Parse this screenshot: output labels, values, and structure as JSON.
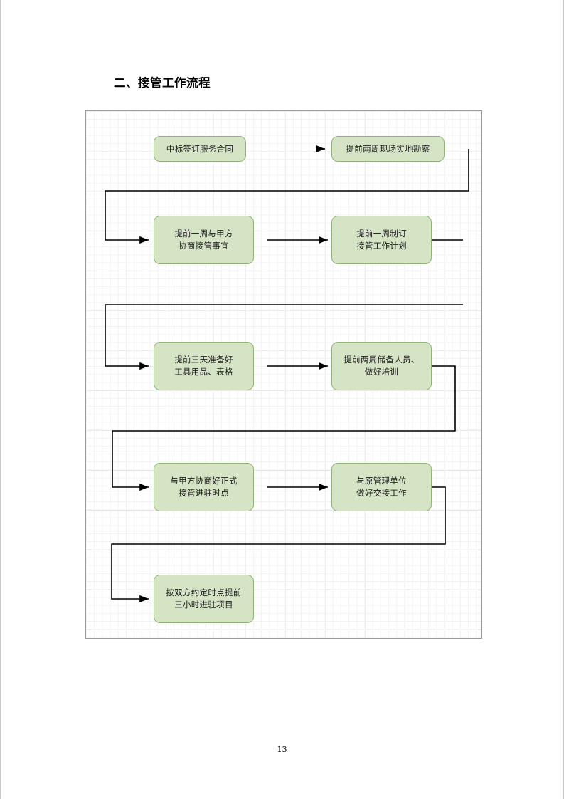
{
  "document": {
    "heading": "二、接管工作流程",
    "page_number": "13"
  },
  "colors": {
    "node_fill": "#d6e4c6",
    "node_border": "#92b377",
    "connector": "#000000",
    "grid_minor": "#f2f2f2",
    "grid_major": "#e2e2e2",
    "canvas_border": "#9a9a9a",
    "text": "#1a1a1a"
  },
  "flowchart": {
    "type": "process-flow",
    "orientation": "serpentine-left-right",
    "nodes": [
      {
        "id": "n1",
        "label": "中标签订服务合同",
        "row": 1,
        "column": "left",
        "shape": "rounded-rect"
      },
      {
        "id": "n2",
        "label": "提前两周现场实地勘察",
        "row": 1,
        "column": "right",
        "shape": "rounded-rect"
      },
      {
        "id": "n3",
        "label": "提前一周与甲方\n协商接管事宜",
        "row": 2,
        "column": "left",
        "shape": "rounded-rect"
      },
      {
        "id": "n4",
        "label": "提前一周制订\n接管工作计划",
        "row": 2,
        "column": "right",
        "shape": "rounded-rect"
      },
      {
        "id": "n5",
        "label": "提前三天准备好\n工具用品、表格",
        "row": 3,
        "column": "left",
        "shape": "rounded-rect"
      },
      {
        "id": "n6",
        "label": "提前两周储备人员、\n做好培训",
        "row": 3,
        "column": "right",
        "shape": "rounded-rect"
      },
      {
        "id": "n7",
        "label": "与甲方协商好正式\n接管进驻时点",
        "row": 4,
        "column": "left",
        "shape": "rounded-rect"
      },
      {
        "id": "n8",
        "label": "与原管理单位\n做好交接工作",
        "row": 4,
        "column": "right",
        "shape": "rounded-rect"
      },
      {
        "id": "n9",
        "label": "按双方约定时点提前\n三小时进驻项目",
        "row": 5,
        "column": "left",
        "shape": "rounded-rect"
      }
    ],
    "edges": [
      {
        "from": "n1",
        "to": "n2",
        "style": "arrow-only"
      },
      {
        "from": "n2",
        "to": "n3",
        "style": "elbow-down-left-arrow"
      },
      {
        "from": "n3",
        "to": "n4",
        "style": "straight-right-arrow"
      },
      {
        "from": "n4",
        "to": "n5",
        "style": "elbow-down-left-arrow"
      },
      {
        "from": "n5",
        "to": "n6",
        "style": "straight-right-arrow"
      },
      {
        "from": "n6",
        "to": "n7",
        "style": "elbow-down-left-arrow"
      },
      {
        "from": "n7",
        "to": "n8",
        "style": "straight-right-arrow"
      },
      {
        "from": "n8",
        "to": "n9",
        "style": "elbow-down-left-arrow"
      }
    ]
  }
}
